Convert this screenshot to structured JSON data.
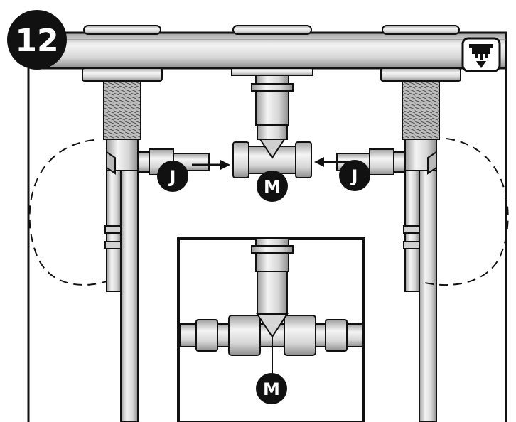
{
  "step": {
    "number": "12"
  },
  "callouts": {
    "left_j": "J",
    "right_j": "J",
    "top_m": "M",
    "detail_m": "M"
  },
  "icons": {
    "corner": "faucet-install-down-icon"
  },
  "colors": {
    "line": "#111111",
    "metal_light": "#eeeeee",
    "metal_mid": "#cfcfcf",
    "metal_dark": "#9a9a9a",
    "badge": "#111111"
  }
}
